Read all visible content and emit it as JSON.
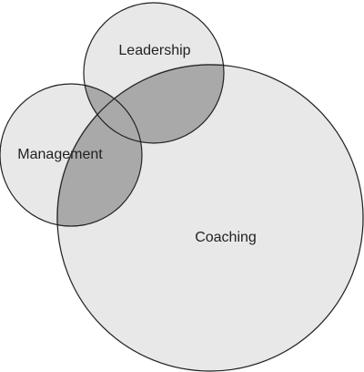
{
  "diagram": {
    "type": "venn",
    "sets": [
      {
        "id": "leadership",
        "label": "Leadership"
      },
      {
        "id": "management",
        "label": "Management"
      },
      {
        "id": "coaching",
        "label": "Coaching"
      }
    ],
    "colors": {
      "background": "#ffffff",
      "circle_fill": "#e8e8e8",
      "overlap_fill": "#a9a9a9",
      "stroke": "#222222",
      "text": "#222222"
    }
  }
}
